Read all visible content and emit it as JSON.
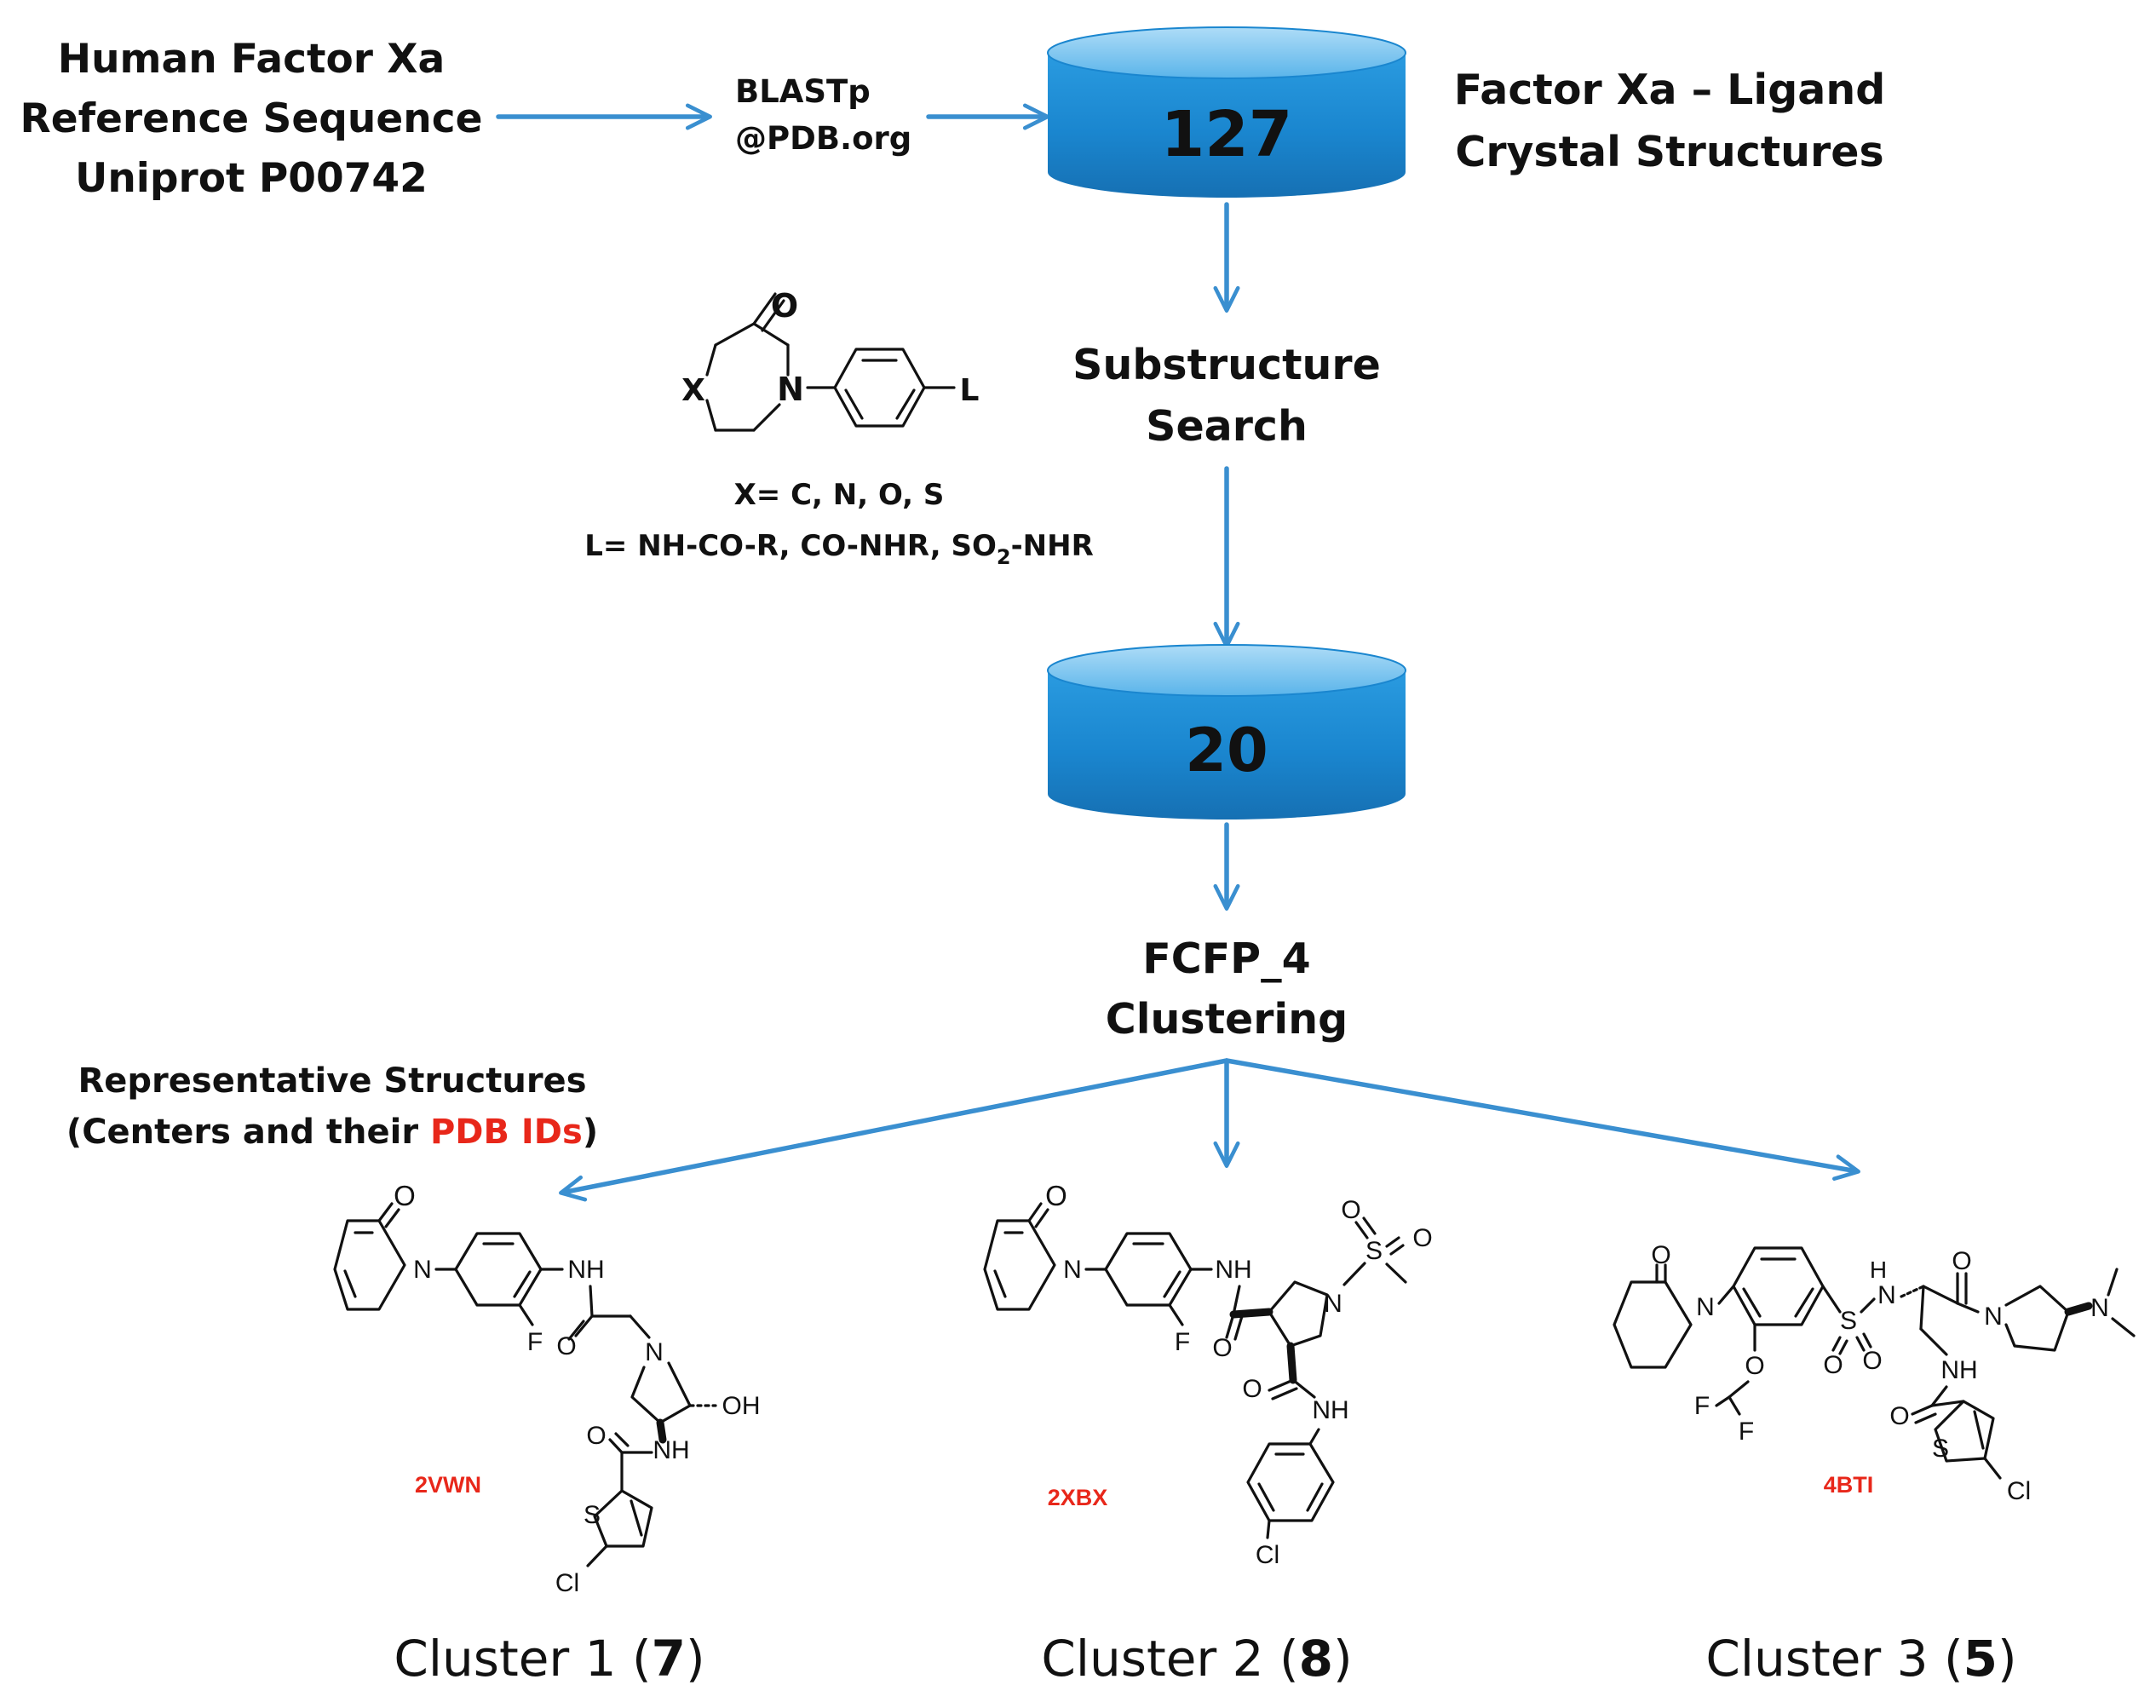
{
  "colors": {
    "arrow": "#3a8fd0",
    "cylinder_top": "#7cc3ee",
    "cylinder_body": "#1f8fd6",
    "highlight_red": "#e8271a"
  },
  "source": {
    "line1": "Human Factor Xa",
    "line2": "Reference Sequence",
    "line3": "Uniprot P00742"
  },
  "blast": {
    "line1": "BLASTp",
    "line2": "@PDB.org"
  },
  "db_all": {
    "count": "127",
    "label_line1": "Factor Xa – Ligand",
    "label_line2": "Crystal Structures"
  },
  "substructure": {
    "label_line1": "Substructure",
    "label_line2": "Search",
    "atom_o": "O",
    "atom_n": "N",
    "atom_x": "X",
    "atom_l": "L",
    "x_def": "X= C, N, O, S",
    "l_def_main": "L= NH-CO-R, CO-NHR, SO",
    "l_def_sub": "2",
    "l_def_end": "-NHR"
  },
  "db_filtered": {
    "count": "20"
  },
  "clustering": {
    "label_line1": "FCFP_4",
    "label_line2": "Clustering"
  },
  "representatives": {
    "line1": "Representative Structures",
    "line2_pre": "(Centers and their ",
    "line2_highlight": "PDB IDs",
    "line2_post": ")"
  },
  "clusters": [
    {
      "pdb_id": "2VWN",
      "label": "Cluster 1 (",
      "count": "7",
      "close": ")"
    },
    {
      "pdb_id": "2XBX",
      "label": "Cluster 2 (",
      "count": "8",
      "close": ")"
    },
    {
      "pdb_id": "4BTI",
      "label": "Cluster 3 (",
      "count": "5",
      "close": ")"
    }
  ],
  "atoms": {
    "o": "O",
    "n": "N",
    "nh": "NH",
    "f": "F",
    "oh": "OH",
    "s": "S",
    "cl": "Cl",
    "h": "H"
  }
}
